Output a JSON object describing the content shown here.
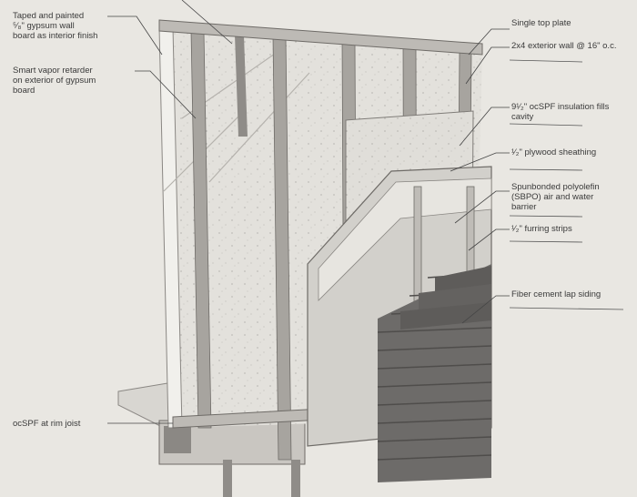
{
  "labels": {
    "gypsum": "Taped and painted\n⁵⁄₈\" gypsum wall\nboard as interior finish",
    "vapor": "Smart vapor retarder\non exterior of gypsum\nboard",
    "rim": "ocSPF at rim joist",
    "top_plate": "Single top plate",
    "wall": "2x4 exterior wall @ 16\" o.c.",
    "insulation": "9¹⁄₂\" ocSPF insulation fills\ncavity",
    "plywood": "¹⁄₂\" plywood sheathing",
    "sbpo": "Spunbonded polyolefin\n(SBPO) air and water\nbarrier",
    "furring": "¹⁄₂\" furring strips",
    "siding": "Fiber cement lap siding"
  },
  "colors": {
    "paper": "#e9e7e2",
    "ink": "#3a3a3a",
    "stud": "#a7a49f",
    "stud_dark": "#7f7c78",
    "foam": "#e3e1dc",
    "siding": "#6d6b69"
  }
}
